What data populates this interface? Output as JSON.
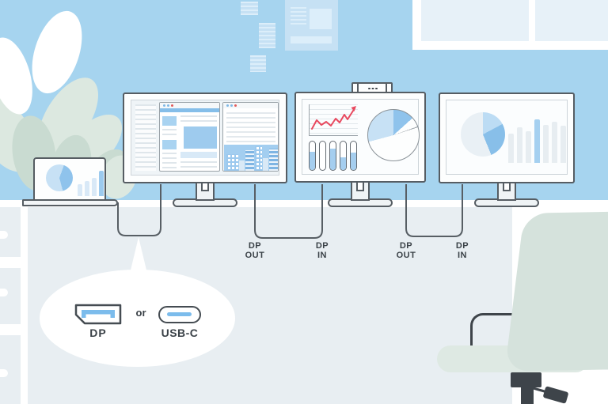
{
  "connections": [
    {
      "line1": "DP",
      "line2": "OUT"
    },
    {
      "line1": "DP",
      "line2": "IN"
    },
    {
      "line1": "DP",
      "line2": "OUT"
    },
    {
      "line1": "DP",
      "line2": "IN"
    }
  ],
  "callout": {
    "dp_label": "DP",
    "separator": "or",
    "usbc_label": "USB-C",
    "icons": [
      "displayport-connector-icon",
      "usb-c-connector-icon"
    ]
  },
  "colors": {
    "wall": "#A6D4EF",
    "desk": "#E8EEF2",
    "floor": "#FFFFFF",
    "outline": "#565D63",
    "cable": "#575E64",
    "blue_medium": "#8FC3EC",
    "blue_light": "#C7E1F5",
    "blue_bar": "#A5CEEF",
    "pale_bar": "#E7EDF1",
    "red_line": "#E8495F",
    "text": "#3A4147",
    "port_blue": "#7CBCEC",
    "chair_back": "#D5E2DC",
    "chair_seat": "#DEE9E3",
    "chair_dark": "#3E444A",
    "leaf_green": "#C9DBD1"
  },
  "decor_charts": {
    "laptop_screen": {
      "type": "pie+bar",
      "bar_heights": [
        15,
        19,
        23,
        32
      ],
      "highlight_bar_index": 3
    },
    "monitor2_screen": {
      "type": "line+tube-bars+pie",
      "tube_fill_fractions": [
        0.65,
        0,
        0.75,
        0.45,
        0.6
      ]
    },
    "monitor3_screen": {
      "type": "pie+bar",
      "bar_heights": [
        37,
        45,
        40,
        55,
        48,
        52,
        47
      ],
      "highlight_bar_index": 3
    }
  }
}
